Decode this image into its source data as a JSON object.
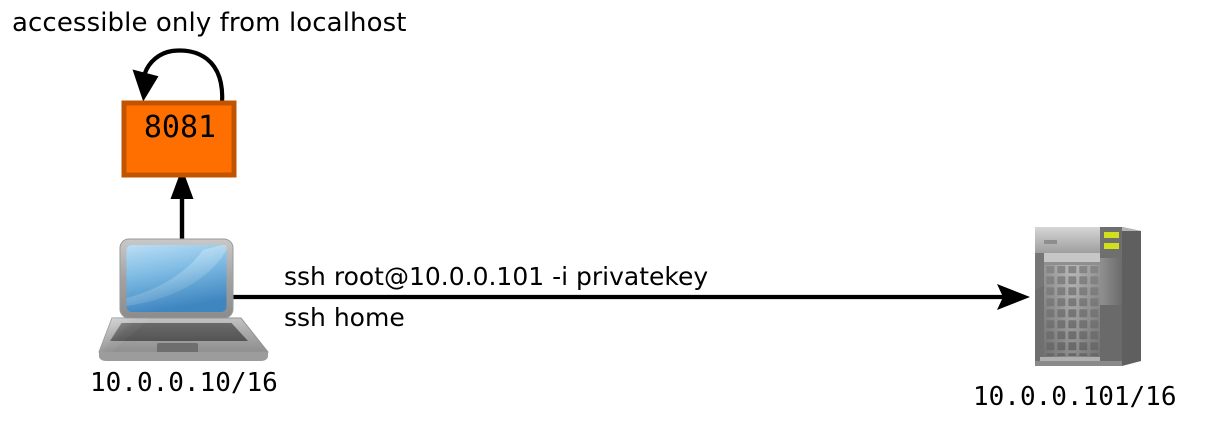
{
  "diagram": {
    "title": "accessible only from localhost",
    "background_color": "#ffffff",
    "nodes": {
      "port_box": {
        "label": "8081",
        "fill_color": "#FF6F00",
        "border_color": "#C25400",
        "shape": "rectangle"
      },
      "laptop": {
        "icon": "laptop-icon",
        "ip_label": "10.0.0.10/16",
        "screen_color_top": "#A9D6F2",
        "screen_color_bottom": "#4A90C8",
        "body_color": "#AEAEAE"
      },
      "server": {
        "icon": "server-tower-icon",
        "ip_label": "10.0.0.101/16",
        "body_color": "#7E7E7E",
        "led_color": "#D2E01C"
      }
    },
    "edges": {
      "self_loop": {
        "from": "port_box",
        "to": "port_box",
        "style": "curved-arrow",
        "color": "#000000"
      },
      "laptop_to_port": {
        "from": "laptop",
        "to": "port_box",
        "style": "straight-arrow-up",
        "color": "#000000"
      },
      "laptop_to_server": {
        "from": "laptop",
        "to": "server",
        "style": "straight-arrow-right",
        "color": "#000000",
        "label_line_1": "ssh root@10.0.0.101 -i privatekey",
        "label_line_2": "ssh home"
      }
    }
  }
}
